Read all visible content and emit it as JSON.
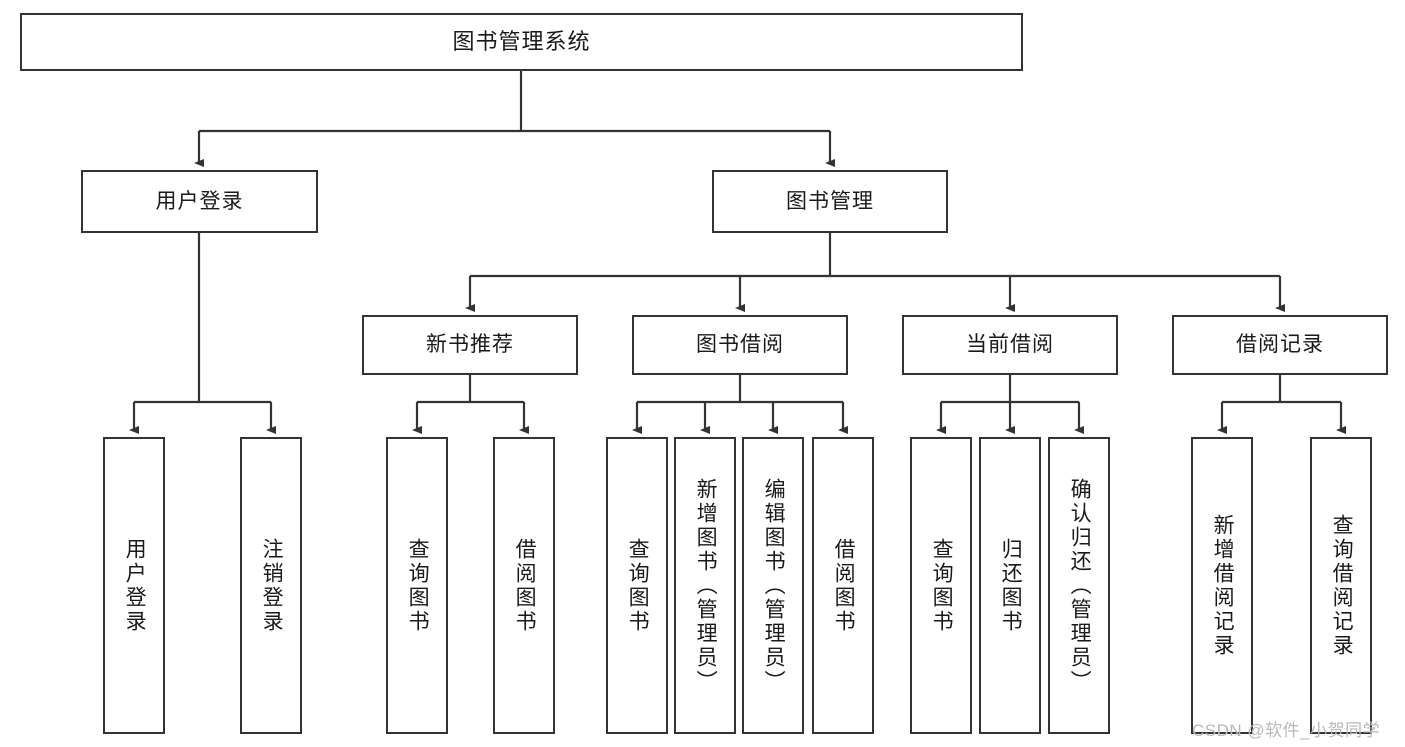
{
  "diagram": {
    "title": "图书管理系统",
    "type": "tree-hierarchy-diagram",
    "colors": {
      "border": "#333333",
      "background": "#ffffff",
      "text": "#1a1a1a",
      "watermark": "#b9b9b9"
    },
    "root": {
      "label": "图书管理系统"
    },
    "level2": [
      {
        "label": "用户登录"
      },
      {
        "label": "图书管理"
      }
    ],
    "level3": [
      {
        "label": "新书推荐"
      },
      {
        "label": "图书借阅"
      },
      {
        "label": "当前借阅"
      },
      {
        "label": "借阅记录"
      }
    ],
    "leaves": {
      "user_login": [
        {
          "label": "用户登录"
        },
        {
          "label": "注销登录"
        }
      ],
      "new_book_recommend": [
        {
          "label": "查询图书"
        },
        {
          "label": "借阅图书"
        }
      ],
      "book_borrow": [
        {
          "label": "查询图书"
        },
        {
          "label": "新增图书（管理员）"
        },
        {
          "label": "编辑图书（管理员）"
        },
        {
          "label": "借阅图书"
        }
      ],
      "current_borrow": [
        {
          "label": "查询图书"
        },
        {
          "label": "归还图书"
        },
        {
          "label": "确认归还（管理员）"
        }
      ],
      "borrow_record": [
        {
          "label": "新增借阅记录"
        },
        {
          "label": "查询借阅记录"
        }
      ]
    },
    "watermark": "CSDN @软件_小贺同学"
  }
}
